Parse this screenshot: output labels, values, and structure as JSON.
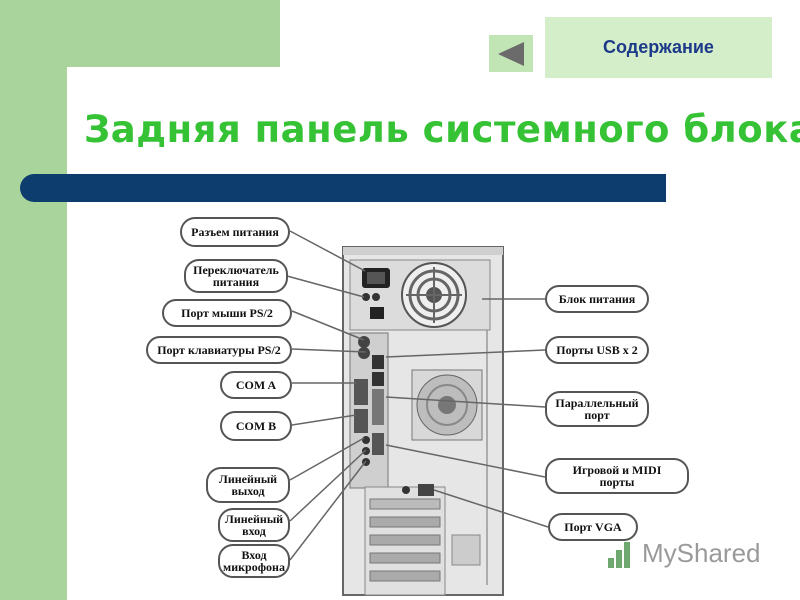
{
  "navigation": {
    "contents_label": "Содержание"
  },
  "slide": {
    "title": "Задняя панель системного блока"
  },
  "diagram": {
    "labels_left": [
      {
        "key": "power_connector",
        "text": "Разъем питания"
      },
      {
        "key": "power_switch",
        "text": "Переключатель\nпитания"
      },
      {
        "key": "mouse_port",
        "text": "Порт мыши PS/2"
      },
      {
        "key": "keyboard_port",
        "text": "Порт клавиатуры PS/2"
      },
      {
        "key": "com_a",
        "text": "COM A"
      },
      {
        "key": "com_b",
        "text": "COM B"
      },
      {
        "key": "line_out",
        "text": "Линейный\nвыход"
      },
      {
        "key": "line_in",
        "text": "Линейный\nвход"
      },
      {
        "key": "mic_in",
        "text": "Вход\nмикрофона"
      }
    ],
    "labels_right": [
      {
        "key": "psu",
        "text": "Блок питания"
      },
      {
        "key": "usb",
        "text": "Порты USB x 2"
      },
      {
        "key": "parallel",
        "text": "Параллельный\nпорт"
      },
      {
        "key": "game_midi",
        "text": "Игровой и MIDI\nпорты"
      },
      {
        "key": "vga",
        "text": "Порт VGA"
      }
    ]
  },
  "watermark": {
    "text": "MyShared"
  },
  "colors": {
    "green_background": "#a9d59c",
    "title_green": "#35c235",
    "bar_navy": "#0d3d6e",
    "nav_text": "#1d3a8a"
  },
  "icons": {
    "back": "triangle-left-icon"
  }
}
